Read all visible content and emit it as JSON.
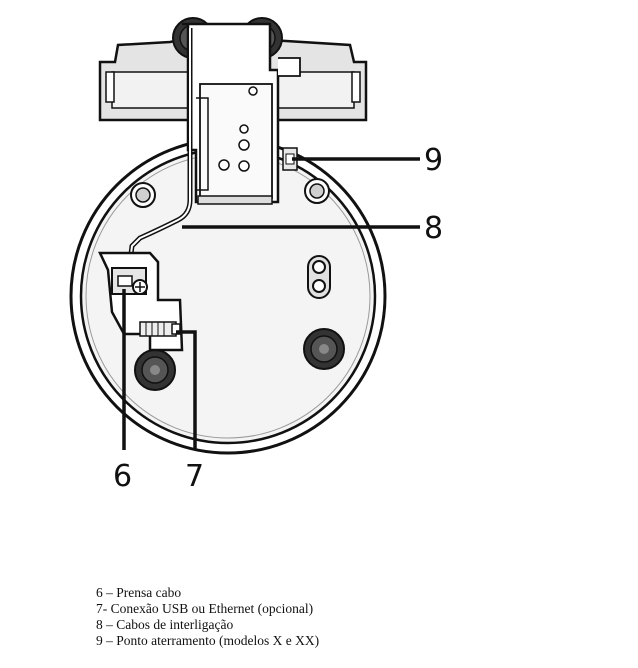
{
  "diagram": {
    "callouts": [
      {
        "id": "6",
        "label": "6"
      },
      {
        "id": "7",
        "label": "7"
      },
      {
        "id": "8",
        "label": "8"
      },
      {
        "id": "9",
        "label": "9"
      }
    ]
  },
  "legend": {
    "items": [
      "6 – Prensa cabo",
      "7- Conexão USB ou Ethernet (opcional)",
      "8 – Cabos de interligação",
      "9 – Ponto aterramento (modelos X e XX)"
    ]
  },
  "colors": {
    "line": "#111111",
    "gray": "#d8d8d8",
    "light_gray": "#ececec",
    "background": "#ffffff"
  }
}
